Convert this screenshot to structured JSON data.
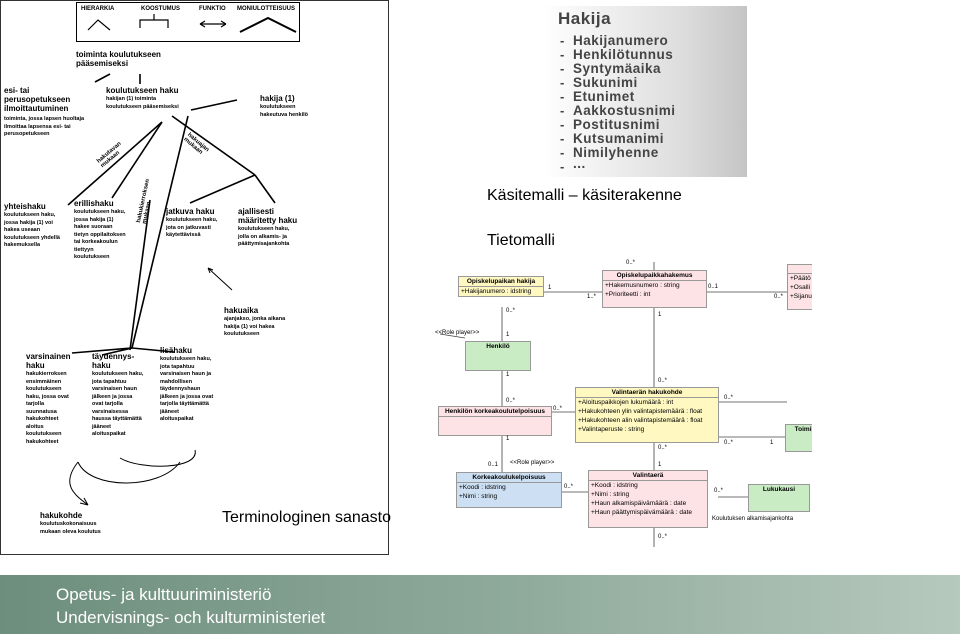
{
  "terminology": {
    "legend": [
      "HIERARKIA",
      "KOOSTUMUS",
      "FUNKTIO",
      "MONIULOTTEISUUS"
    ],
    "nodes": {
      "root": {
        "title": "toiminta koulutukseen\npääsemiseksi"
      },
      "esi": {
        "title": "esi- tai\nperusopetukseen\nilmoittautuminen",
        "desc": "toiminta, jossa lapsen huoltaja\nilmoittaa lapsensa esi- tai\nperusopetukseen"
      },
      "koulutus": {
        "title": "koulutukseen haku",
        "desc": "hakijan (1) toiminta\nkoulutukseen pääsemiseksi"
      },
      "hakija": {
        "title": "hakija (1)",
        "desc": "koulutukseen\nhakeutuva henkilö"
      },
      "yhteis": {
        "title": "yhteishaku",
        "desc": "koulutukseen haku,\njossa hakija (1) voi\nhakea useaan\nkoulutukseen yhdellä\nhakemuksella"
      },
      "erillis": {
        "title": "erillishaku",
        "desc": "koulutukseen haku,\njossa hakija (1)\nhakee suoraan\ntietyn oppilaitoksen\ntai korkeakoulun\ntiettyyn\nkoulutukseen"
      },
      "jatkuva": {
        "title": "jatkuva haku",
        "desc": "koulutukseen haku,\njota on jatkuvasti\nkäytettävissä"
      },
      "ajallisesti": {
        "title": "ajallisesti\nmääritetty haku",
        "desc": "koulutukseen haku,\njolla on alkamis- ja\npäättymisajankohta"
      },
      "hakuaika": {
        "title": "hakuaika",
        "desc": "ajanjakso, jonka aikana\nhakija (1) voi hakea\nkoulutukseen"
      },
      "varsinainen": {
        "title": "varsinainen\nhaku",
        "desc": "hakukierroksen\nensimmäinen\nkoulutukseen\nhaku, jossa ovat\ntarjolla\nsuunnatusa\nhakukohteet\naloitus\nkoulutukseen\nhakukohteet"
      },
      "taydennys": {
        "title": "täydennys-\nhaku",
        "desc": "koulutukseen haku,\njota tapahtuu\nvarsinaisen haun\njälkeen ja jossa\novat tarjolla\nvarsinaisessa\nhaussa täyttämättä\njääneet\naloituspaikat"
      },
      "lisa": {
        "title": "lisähaku",
        "desc": "koulutukseen haku,\njota tapahtuu\nvarsinaisen haun ja\nmahdollisen\ntäydennyshaun\njälkeen ja jossa ovat\ntarjolla täyttämättä\njääneet\naloituspaikat"
      },
      "hakukohde": {
        "title": "hakukohde",
        "desc": "koulutuskokonaisuus\nmukaan oleva koulutus"
      }
    },
    "line_labels": [
      "hakutavan\nmukaan",
      "hakuajan\nmukaan",
      "hakukierroksen\nmukaan"
    ],
    "caption": "Terminologinen sanasto"
  },
  "concept_model": {
    "title": "Hakija",
    "attributes": [
      "Hakijanumero",
      "Henkilötunnus",
      "Syntymäaika",
      "Sukunimi",
      "Etunimet",
      "Aakkostusnimi",
      "Postitusnimi",
      "Kutsumanimi",
      "Nimilyhenne",
      "..."
    ],
    "caption": "Käsitemalli – käsiterakenne"
  },
  "data_model": {
    "caption": "Tietomalli",
    "classes": {
      "opiskelupaikan_hakija": {
        "name": "Opiskelupaikan hakija",
        "attrs": [
          "+Hakijanumero : idstring"
        ]
      },
      "opiskelupaikkahakemus": {
        "name": "Opiskelupaikkahakemus",
        "attrs": [
          "+Hakemusnumero : string",
          "+Prioriteetti : int"
        ]
      },
      "right_pink": {
        "name": "",
        "attrs": [
          "+Päätö",
          "+Osalli",
          "+Sijanu"
        ]
      },
      "henkilo": {
        "name": "Henkilö",
        "attrs": []
      },
      "henkilon_kk": {
        "name": "Henkilön korkeakoulutelpoisuus",
        "attrs": []
      },
      "valintaeran_hakukohde": {
        "name": "Valintaerän hakukohde",
        "attrs": [
          "+Aloituspaikkojen lukumäärä : int",
          "+Hakukohteen ylin valintapistemäärä : float",
          "+Hakukohteen alin valintapistemäärä : float",
          "+Valintaperuste : string"
        ]
      },
      "toimipiste": {
        "name": "Toimipi",
        "attrs": []
      },
      "korkeakoulukelpoisuus": {
        "name": "Korkeakoulukelpoisuus",
        "attrs": [
          "+Koodi : idstring",
          "+Nimi : string"
        ]
      },
      "valintaera": {
        "name": "Valintaerä",
        "attrs": [
          "+Koodi : idstring",
          "+Nimi : string",
          "+Haun alkamispäivämäärä : date",
          "+Haun päättymispäivämäärä : date"
        ]
      },
      "lukukausi": {
        "name": "Lukukausi",
        "attrs": []
      }
    },
    "multiplicities": [
      "0..*",
      "1",
      "1..*",
      "0..1",
      "0..*",
      "0..*",
      "1",
      "1",
      "0..*",
      "1",
      "0..*",
      "0..*",
      "0..*",
      "1",
      "0..*",
      "1",
      "0..*",
      "0..1",
      "0..*",
      "1",
      "0..*",
      "0..*"
    ],
    "role_labels": [
      "<<Role player>>",
      "<<Role player>>"
    ],
    "edge_label": "Koulutuksen alkamisajankohta"
  },
  "footer": {
    "line1": "Opetus- ja kulttuuriministeriö",
    "line2": "Undervisnings- och kulturministeriet"
  }
}
